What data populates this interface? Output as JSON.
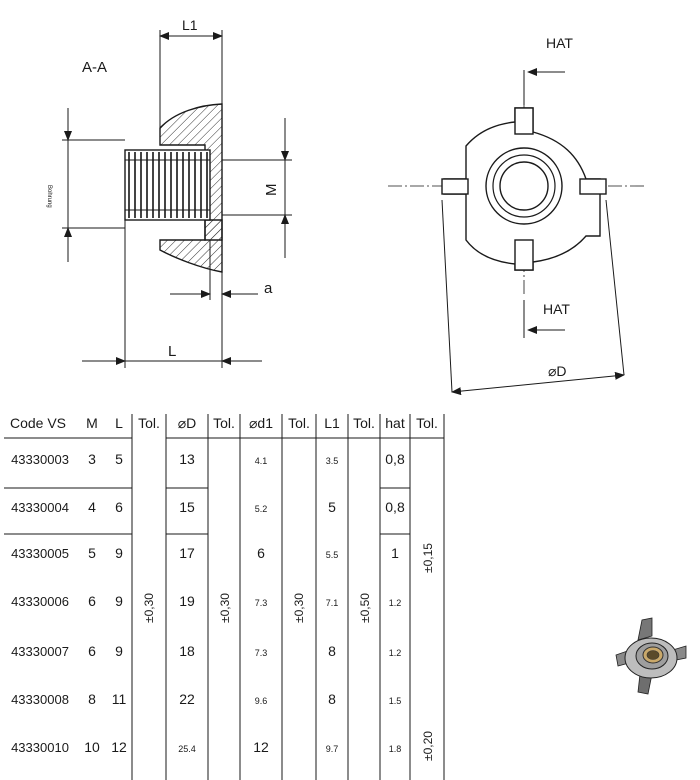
{
  "drawing": {
    "section_label": "A-A",
    "dim_L1": "L1",
    "dim_M": "M",
    "dim_a": "a",
    "dim_L": "L",
    "dim_D": "⌀D",
    "hat_top": "HAT",
    "hat_bottom": "HAT",
    "thread_note": "Bohrung"
  },
  "table": {
    "headers": [
      "Code VS",
      "M",
      "L",
      "Tol.",
      "⌀D",
      "Tol.",
      "⌀d1",
      "Tol.",
      "L1",
      "Tol.",
      "hat",
      "Tol."
    ],
    "rows": [
      {
        "code": "43330003",
        "m": "3",
        "l": "5",
        "d": "13",
        "d1": "4.1",
        "l1": "3.5",
        "hat": "0,8"
      },
      {
        "code": "43330004",
        "m": "4",
        "l": "6",
        "d": "15",
        "d1": "5.2",
        "l1": "5",
        "hat": "0,8"
      },
      {
        "code": "43330005",
        "m": "5",
        "l": "9",
        "d": "17",
        "d1": "6",
        "l1": "5.5",
        "hat": "1"
      },
      {
        "code": "43330006",
        "m": "6",
        "l": "9",
        "d": "19",
        "d1": "7.3",
        "l1": "7.1",
        "hat": "1.2"
      },
      {
        "code": "43330007",
        "m": "6",
        "l": "9",
        "d": "18",
        "d1": "7.3",
        "l1": "8",
        "hat": "1.2"
      },
      {
        "code": "43330008",
        "m": "8",
        "l": "11",
        "d": "22",
        "d1": "9.6",
        "l1": "8",
        "hat": "1.5"
      },
      {
        "code": "43330010",
        "m": "10",
        "l": "12",
        "d": "25.4",
        "d1": "12",
        "l1": "9.7",
        "hat": "1.8"
      }
    ],
    "tolerances": {
      "tol_d": "±0,30",
      "tol_d1": "±0,30",
      "tol_l1": "±0,30",
      "tol_hat": "±0,50",
      "tol_last_a": "±0,15",
      "tol_last_b": "±0,20"
    }
  }
}
